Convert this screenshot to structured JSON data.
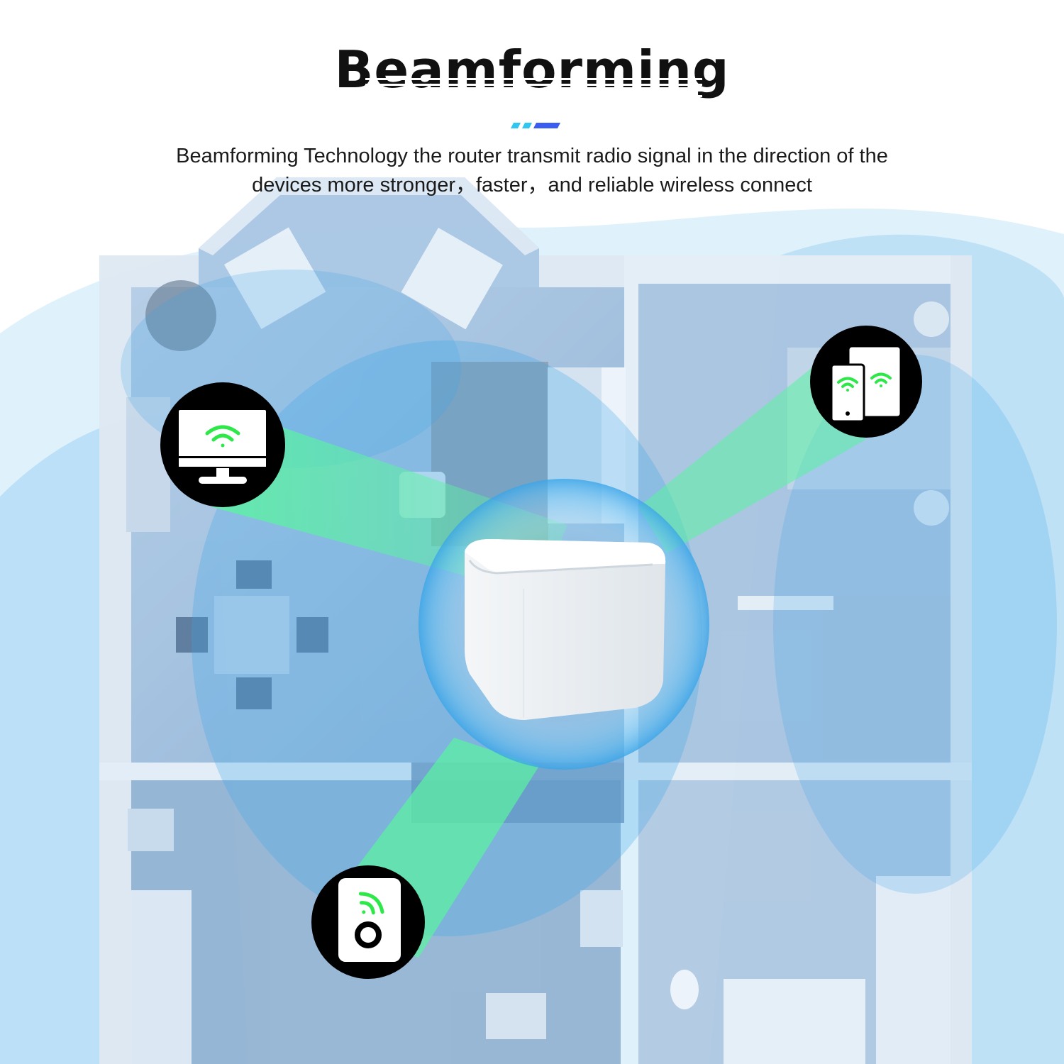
{
  "header": {
    "title": "Beamforming",
    "description_line1": "Beamforming Technology the router transmit radio signal in the direction of the",
    "description_line2": "devices more stronger，faster，and reliable wireless connect"
  },
  "colors": {
    "beam_green": "#4df08a",
    "coverage_blue": "#3aa5e8",
    "icon_badge": "#000000",
    "wifi_green": "#2ee84a",
    "accent_cyan": "#2fc6f0",
    "accent_blue": "#3c5cf0"
  },
  "icons": [
    "tv-icon",
    "tablet-phone-icon",
    "smart-plug-icon",
    "wifi-icon",
    "router-icon"
  ]
}
